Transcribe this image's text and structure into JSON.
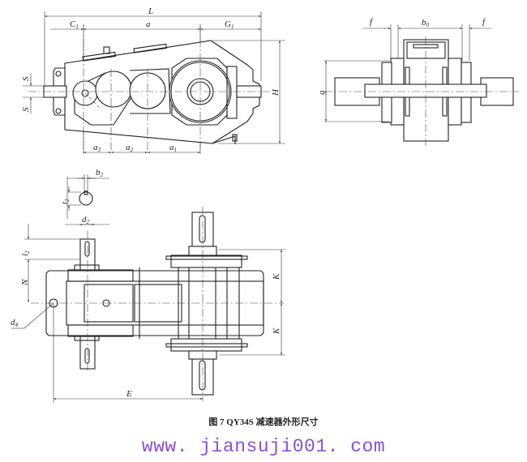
{
  "figure": {
    "caption": "图 7   QY34S 减速器外形尺寸",
    "watermark": "www. jiansuji001. com"
  },
  "views": {
    "front": {
      "dims": {
        "L": "L",
        "C1": "C",
        "C1_sub": "1",
        "a": "a",
        "G1": "G",
        "G1_sub": "1",
        "H": "H",
        "S_top": "S",
        "S_bottom": "S",
        "a1": "a",
        "a1_sub": "1",
        "a2": "a",
        "a2_sub": "2",
        "a3": "a",
        "a3_sub": "3"
      }
    },
    "side": {
      "dims": {
        "f_left": "f",
        "b0": "b",
        "b0_sub": "0",
        "f_right": "f",
        "g": "g"
      }
    },
    "top": {
      "dims": {
        "b2": "b",
        "b2_sub": "2",
        "t2": "t",
        "t2_sub": "2",
        "d2": "d",
        "d2_sub": "2",
        "l2": "l",
        "l2_sub": "2",
        "N": "N",
        "d4": "d",
        "d4_sub": "4",
        "K_top": "K",
        "K_bottom": "K",
        "E": "E"
      }
    }
  },
  "colors": {
    "line": "#222222",
    "watermark": "#8a4fd8"
  }
}
